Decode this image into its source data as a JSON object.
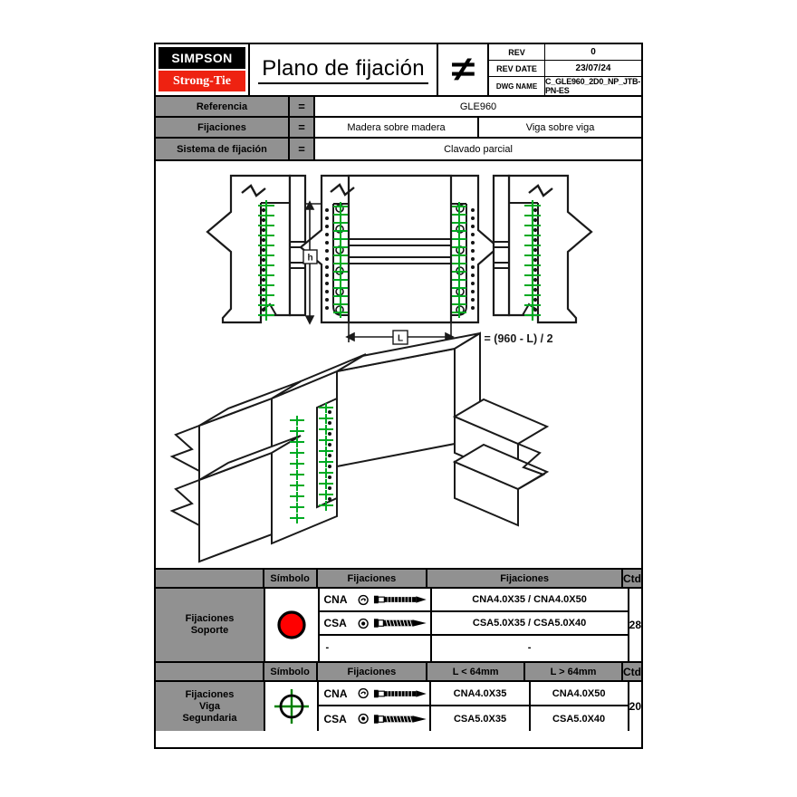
{
  "title_block": {
    "logo_top": "SIMPSON",
    "logo_bottom": "Strong-Tie",
    "drawing_title": "Plano de fijación",
    "projection_symbol": "≠",
    "rev_label": "REV",
    "rev_value": "0",
    "rev_date_label": "REV DATE",
    "rev_date_value": "23/07/24",
    "dwg_name_label": "DWG NAME",
    "dwg_name_value": "C_GLE960_2D0_NP_JTB-PN-ES"
  },
  "specs": [
    {
      "label": "Referencia",
      "eq": "=",
      "values": [
        "GLE960"
      ]
    },
    {
      "label": "Fijaciones",
      "eq": "=",
      "values": [
        "Madera sobre madera",
        "Viga sobre viga"
      ]
    },
    {
      "label": "Sistema de fijación",
      "eq": "=",
      "values": [
        "Clavado parcial"
      ]
    }
  ],
  "drawing": {
    "formula": "h = (960 - L) / 2",
    "dim_h": "h",
    "dim_l": "L",
    "break_symbol": "break-line"
  },
  "table_support": {
    "name": "Fijaciones\nSoporte",
    "name_line1": "Fijaciones",
    "name_line2": "Soporte",
    "headers": [
      "Símbolo",
      "Fijaciones",
      "Fijaciones",
      "Ctd"
    ],
    "symbol": "red-filled-circle",
    "count": "28",
    "rows": [
      {
        "code": "CNA",
        "icon": "nail-icon",
        "spec": "CNA4.0X35 / CNA4.0X50"
      },
      {
        "code": "CSA",
        "icon": "screw-icon",
        "spec": "CSA5.0X35 / CSA5.0X40"
      },
      {
        "code": "-",
        "icon": "none",
        "spec": "-"
      }
    ]
  },
  "table_secondary": {
    "name_line1": "Fijaciones",
    "name_line2": "Viga",
    "name_line3": "Segundaria",
    "headers": [
      "Símbolo",
      "Fijaciones",
      "L < 64mm",
      "L > 64mm",
      "Ctd"
    ],
    "symbol": "green-crosshair-circle",
    "count": "20",
    "rows": [
      {
        "code": "CNA",
        "icon": "nail-icon",
        "short": "CNA4.0X35",
        "long": "CNA4.0X50"
      },
      {
        "code": "CSA",
        "icon": "screw-icon",
        "short": "CSA5.0X35",
        "long": "CSA5.0X40"
      }
    ]
  },
  "colors": {
    "header_gray": "#919191",
    "brand_red": "#ee2211",
    "marker_green": "#00aa22",
    "symbol_red": "#ff0000",
    "line_black": "#1a1a1a"
  }
}
